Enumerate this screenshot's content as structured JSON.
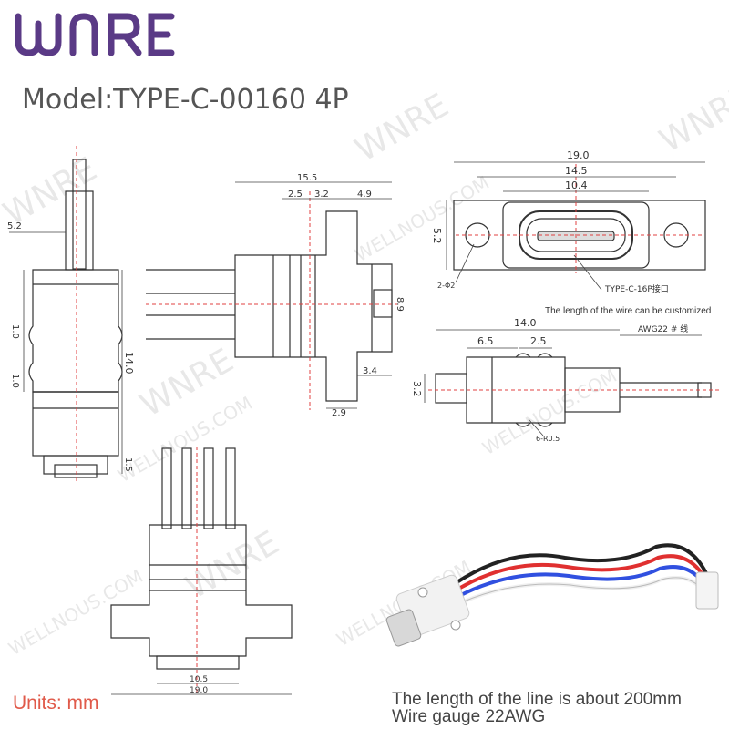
{
  "brand": {
    "logo_text": "WNRE"
  },
  "title": "Model:TYPE-C-00160 4P",
  "units": "Units: mm",
  "notes": {
    "wire_custom": "The length of the wire can be customized",
    "line_length": "The length of the line is about 200mm",
    "wire_gauge": "Wire gauge 22AWG"
  },
  "watermark": {
    "big": "WNRE",
    "small": "WELLNOUS.COM"
  },
  "dims": {
    "side": {
      "d52": "5.2",
      "d10a": "1.0",
      "d10b": "1.0",
      "d140": "14.0",
      "d15": "1.5"
    },
    "front": {
      "d155": "15.5",
      "d25": "2.5",
      "d32": "3.2",
      "d49": "4.9",
      "d89": "8.9",
      "d34": "3.4",
      "d29": "2.9"
    },
    "panel": {
      "d190": "19.0",
      "d145": "14.5",
      "d104": "10.4",
      "d52": "5.2",
      "d2phi2": "2-Φ2",
      "port_label": "TYPE-C-16P接口"
    },
    "plug": {
      "d140": "14.0",
      "awg": "AWG22 # 线",
      "d65": "6.5",
      "d25": "2.5",
      "d32": "3.2",
      "r05": "6-R0.5"
    },
    "bottom": {
      "d105": "10.5",
      "d190": "19.0"
    }
  },
  "colors": {
    "line": "#333333",
    "center": "#e04040",
    "dim": "#444444",
    "accent": "#e05a4a"
  }
}
